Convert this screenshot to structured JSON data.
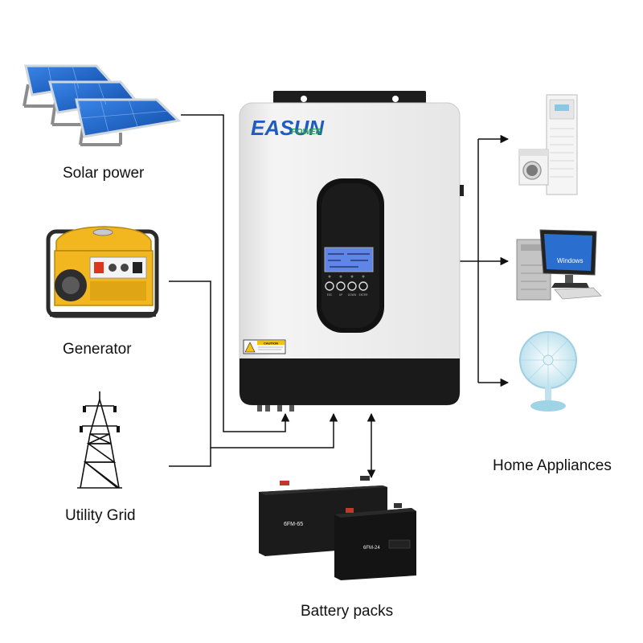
{
  "inverter": {
    "brand_main": "EASUN",
    "brand_sub": "POWER",
    "caution_label": "CAUTION",
    "buttons": [
      "ESC",
      "UP",
      "DOWN",
      "ENTER"
    ]
  },
  "sources": {
    "solar": {
      "label": "Solar power",
      "icon": "solar-panel-icon"
    },
    "generator": {
      "label": "Generator",
      "icon": "generator-icon"
    },
    "grid": {
      "label": "Utility Grid",
      "icon": "power-tower-icon"
    }
  },
  "storage": {
    "label": "Battery packs",
    "icon": "battery-icon",
    "battery_large_model": "6FM-65",
    "battery_small_model": "6FM-24"
  },
  "loads": {
    "label": "Home Appliances",
    "items": [
      {
        "name": "air-conditioner-washer",
        "icon": "air-conditioner-icon"
      },
      {
        "name": "computer",
        "icon": "computer-icon",
        "screen_text": "Windows"
      },
      {
        "name": "fan",
        "icon": "fan-icon"
      }
    ]
  },
  "colors": {
    "line": "#111111",
    "panel_blue": "#1f64c8",
    "generator_yellow": "#f2b71f",
    "inverter_body": "#eeeeee",
    "inverter_base": "#1a1a1a"
  }
}
